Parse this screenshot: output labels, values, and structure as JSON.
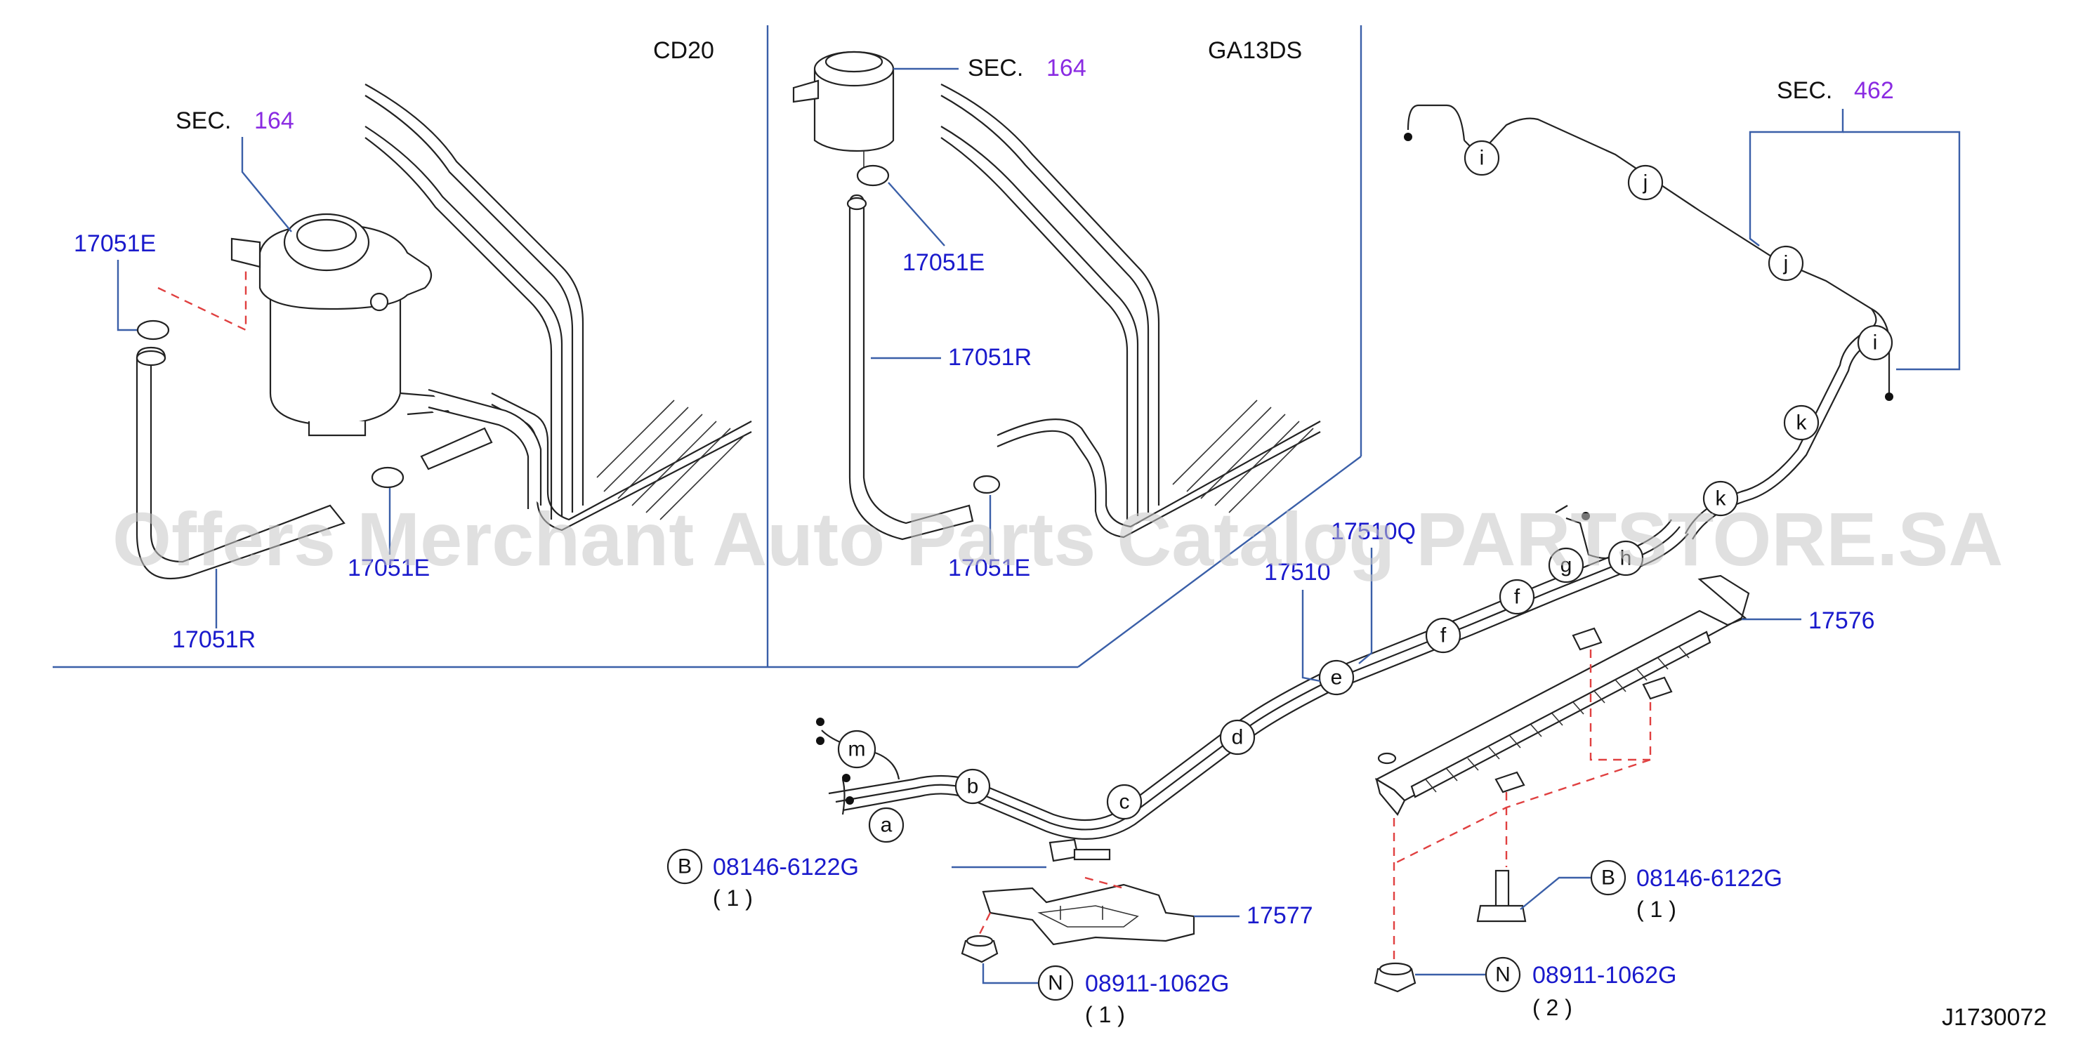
{
  "engines": {
    "left": "CD20",
    "middle": "GA13DS"
  },
  "sections": {
    "left": {
      "label": "SEC.",
      "number": "164"
    },
    "middle": {
      "label": "SEC.",
      "number": "164"
    },
    "right": {
      "label": "SEC.",
      "number": "462"
    }
  },
  "parts": {
    "p17051E_a": "17051E",
    "p17051E_b": "17051E",
    "p17051R_a": "17051R",
    "p17051E_c": "17051E",
    "p17051R_b": "17051R",
    "p17051E_d": "17051E",
    "p17510": "17510",
    "p17510Q": "17510Q",
    "p17576": "17576",
    "p17577": "17577"
  },
  "fasteners": [
    {
      "badge": "B",
      "part": "08146-6122G",
      "qty": "( 1 )"
    },
    {
      "badge": "N",
      "part": "08911-1062G",
      "qty": "( 1 )"
    },
    {
      "badge": "B",
      "part": "08146-6122G",
      "qty": "( 1 )"
    },
    {
      "badge": "N",
      "part": "08911-1062G",
      "qty": "( 2 )"
    }
  ],
  "clip_letters": [
    "a",
    "b",
    "c",
    "d",
    "e",
    "f",
    "f",
    "g",
    "h",
    "i",
    "j",
    "j",
    "i",
    "k",
    "k",
    "m"
  ],
  "diagram_id": "J1730072",
  "watermark": "Offers Merchant Auto Parts Catalog PARTSTORE.SA"
}
